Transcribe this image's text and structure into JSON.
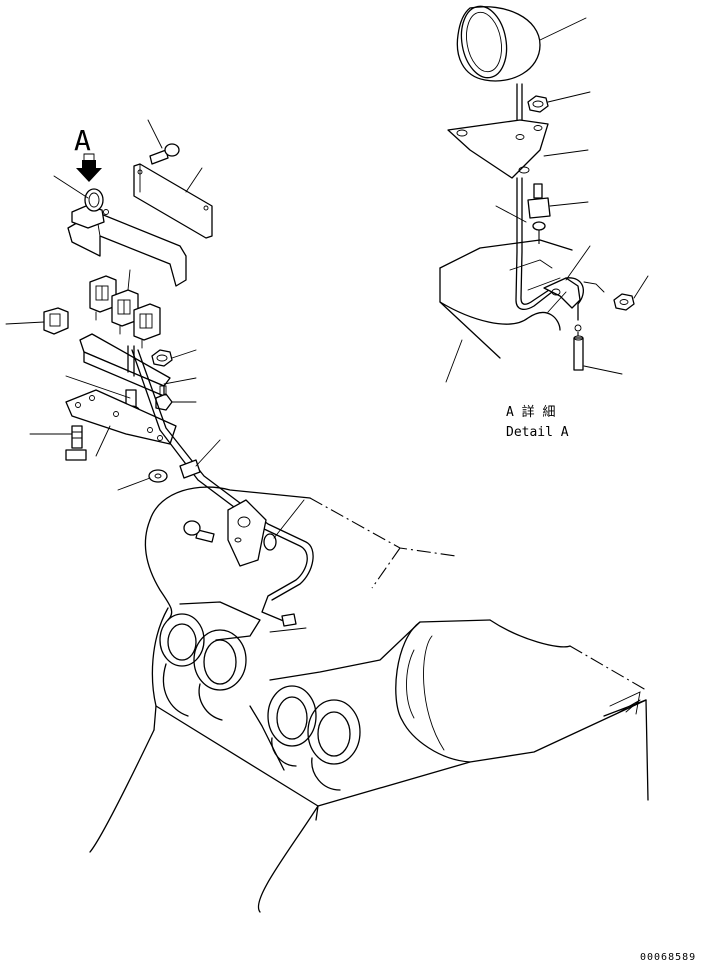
{
  "view_label": "A",
  "detail_title_jp": "A 詳 細",
  "detail_title_en": "Detail A",
  "drawing_number": "00068589"
}
